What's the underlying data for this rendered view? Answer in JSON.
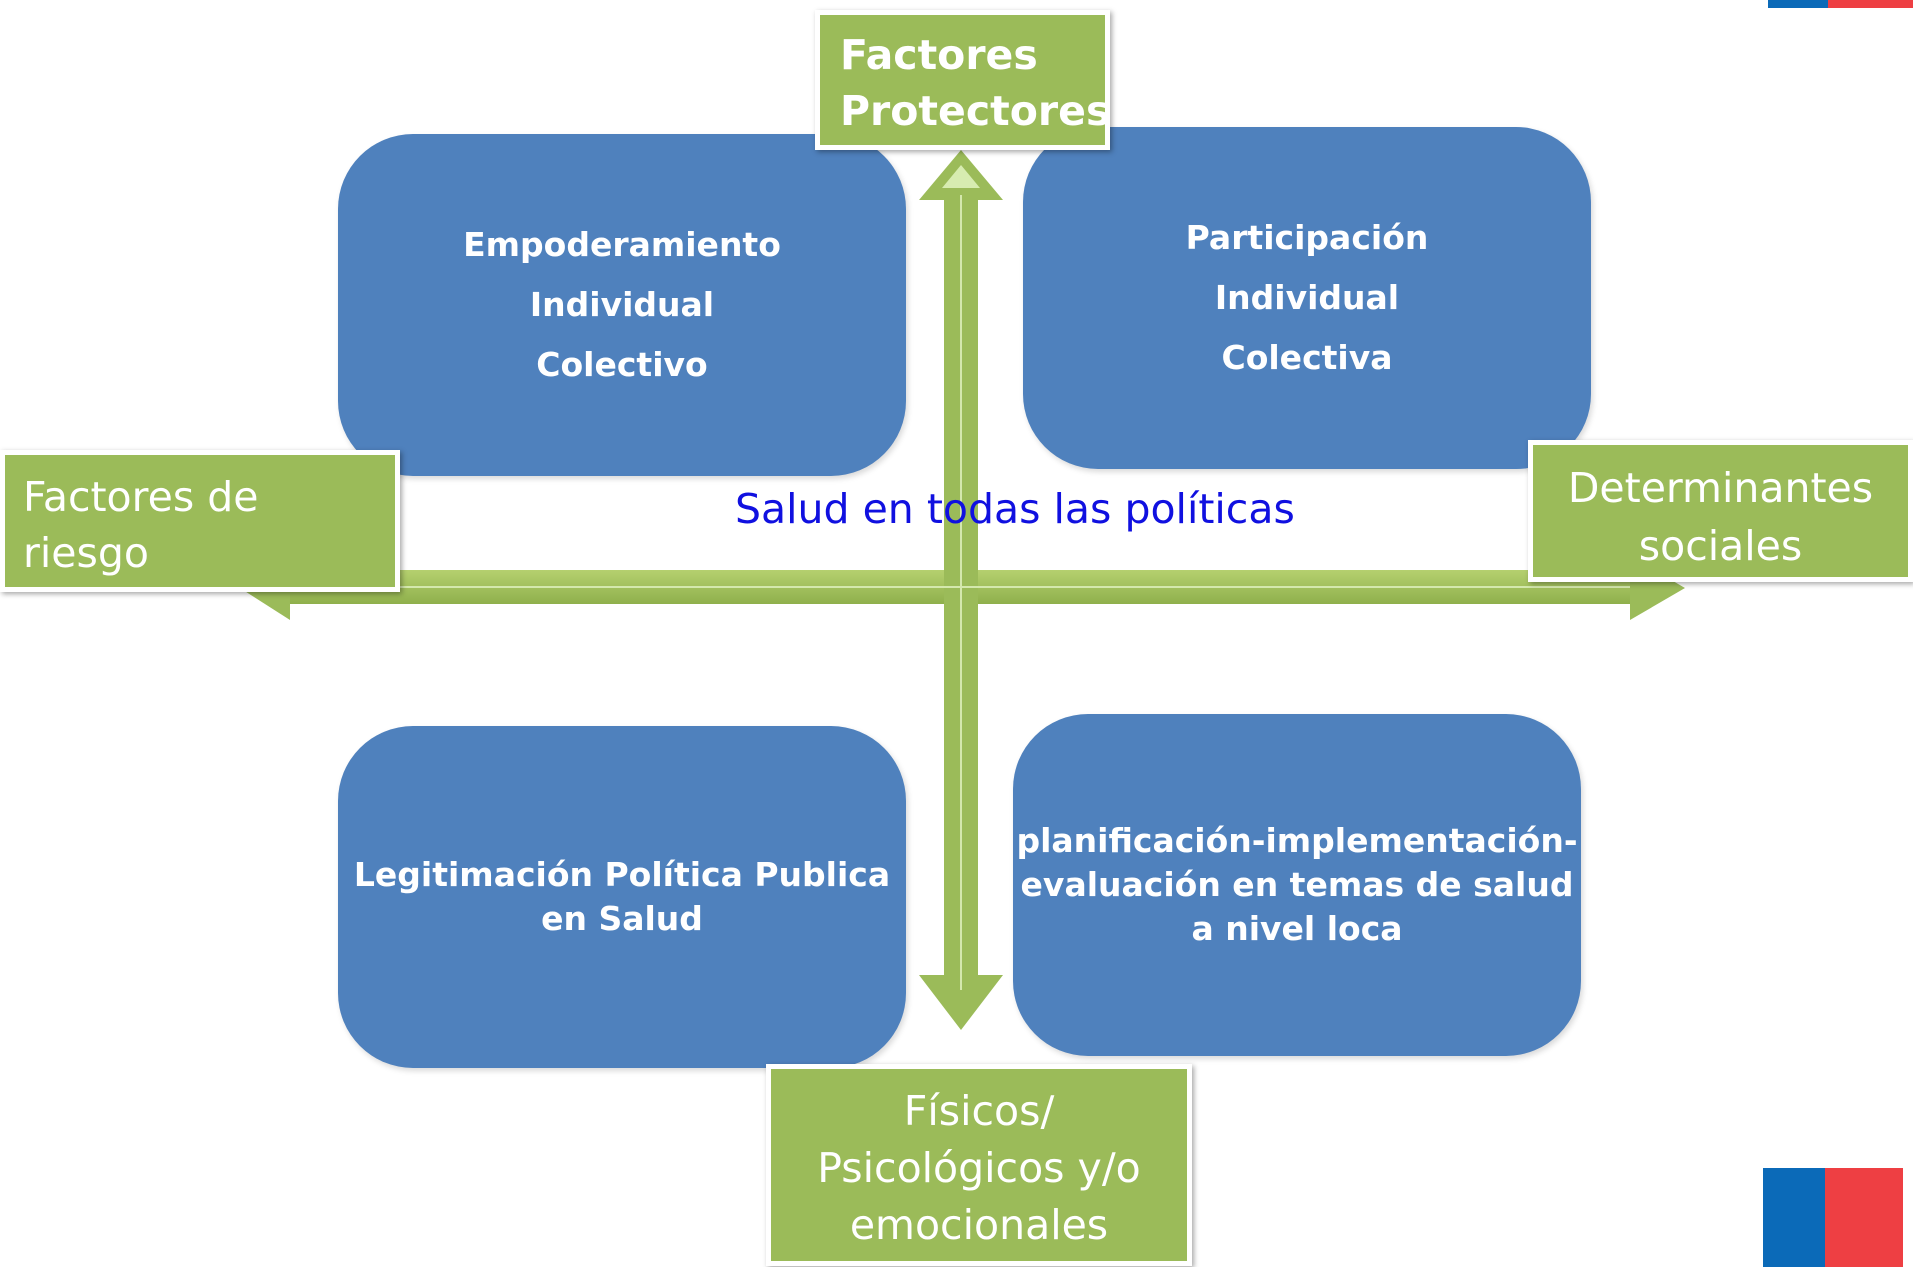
{
  "axis_labels": {
    "top": [
      "Factores",
      "Protectores"
    ],
    "left": [
      "Factores de riesgo"
    ],
    "right": [
      "Determinantes",
      "sociales"
    ],
    "bottom": [
      "Físicos/",
      "Psicológicos  y/o",
      "emocionales"
    ]
  },
  "center_label": "Salud en todas las políticas",
  "quadrants": {
    "top_left": [
      "Empoderamiento",
      "Individual",
      "Colectivo"
    ],
    "top_right": [
      "Participación",
      "Individual",
      "Colectiva"
    ],
    "bottom_left": [
      "Legitimación Política Publica",
      "en Salud"
    ],
    "bottom_right": [
      "planificación-implementación-",
      "evaluación en  temas de salud",
      "a nivel loca"
    ]
  },
  "colors": {
    "box_blue": "#4f81bd",
    "tag_green": "#9bbb59",
    "arrow_green": "#9bbb59",
    "center_text": "#1010e0",
    "flag_blue": "#0b6ab8",
    "flag_red": "#ee3f43"
  }
}
